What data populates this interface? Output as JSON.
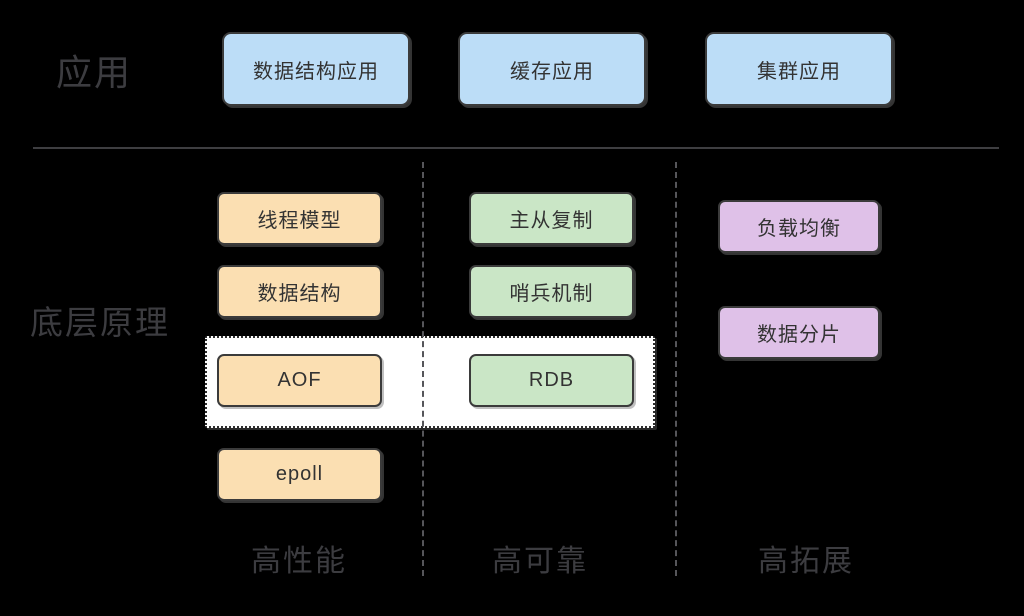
{
  "diagram": {
    "app_section": {
      "label": "应用",
      "boxes": [
        {
          "label": "数据结构应用"
        },
        {
          "label": "缓存应用"
        },
        {
          "label": "集群应用"
        }
      ]
    },
    "principle_section": {
      "label": "底层原理",
      "columns": [
        {
          "footer": "高性能",
          "boxes": [
            {
              "label": "线程模型"
            },
            {
              "label": "数据结构"
            },
            {
              "label": "AOF"
            },
            {
              "label": "epoll"
            }
          ]
        },
        {
          "footer": "高可靠",
          "boxes": [
            {
              "label": "主从复制"
            },
            {
              "label": "哨兵机制"
            },
            {
              "label": "RDB"
            }
          ]
        },
        {
          "footer": "高拓展",
          "boxes": [
            {
              "label": "负载均衡"
            },
            {
              "label": "数据分片"
            }
          ]
        }
      ]
    },
    "colors": {
      "background": "#000000",
      "app_box_fill": "#BCDDF7",
      "performance_box_fill": "#FBDFB2",
      "reliability_box_fill": "#CAE6C6",
      "scalability_box_fill": "#DFC1E8",
      "box_border": "#3B3B3B",
      "box_text": "#333333",
      "label_text": "#3C3C40",
      "divider_line": "#3E3E41",
      "dashed_line": "#56565A",
      "highlight_panel_bg": "#FFFFFF"
    }
  }
}
